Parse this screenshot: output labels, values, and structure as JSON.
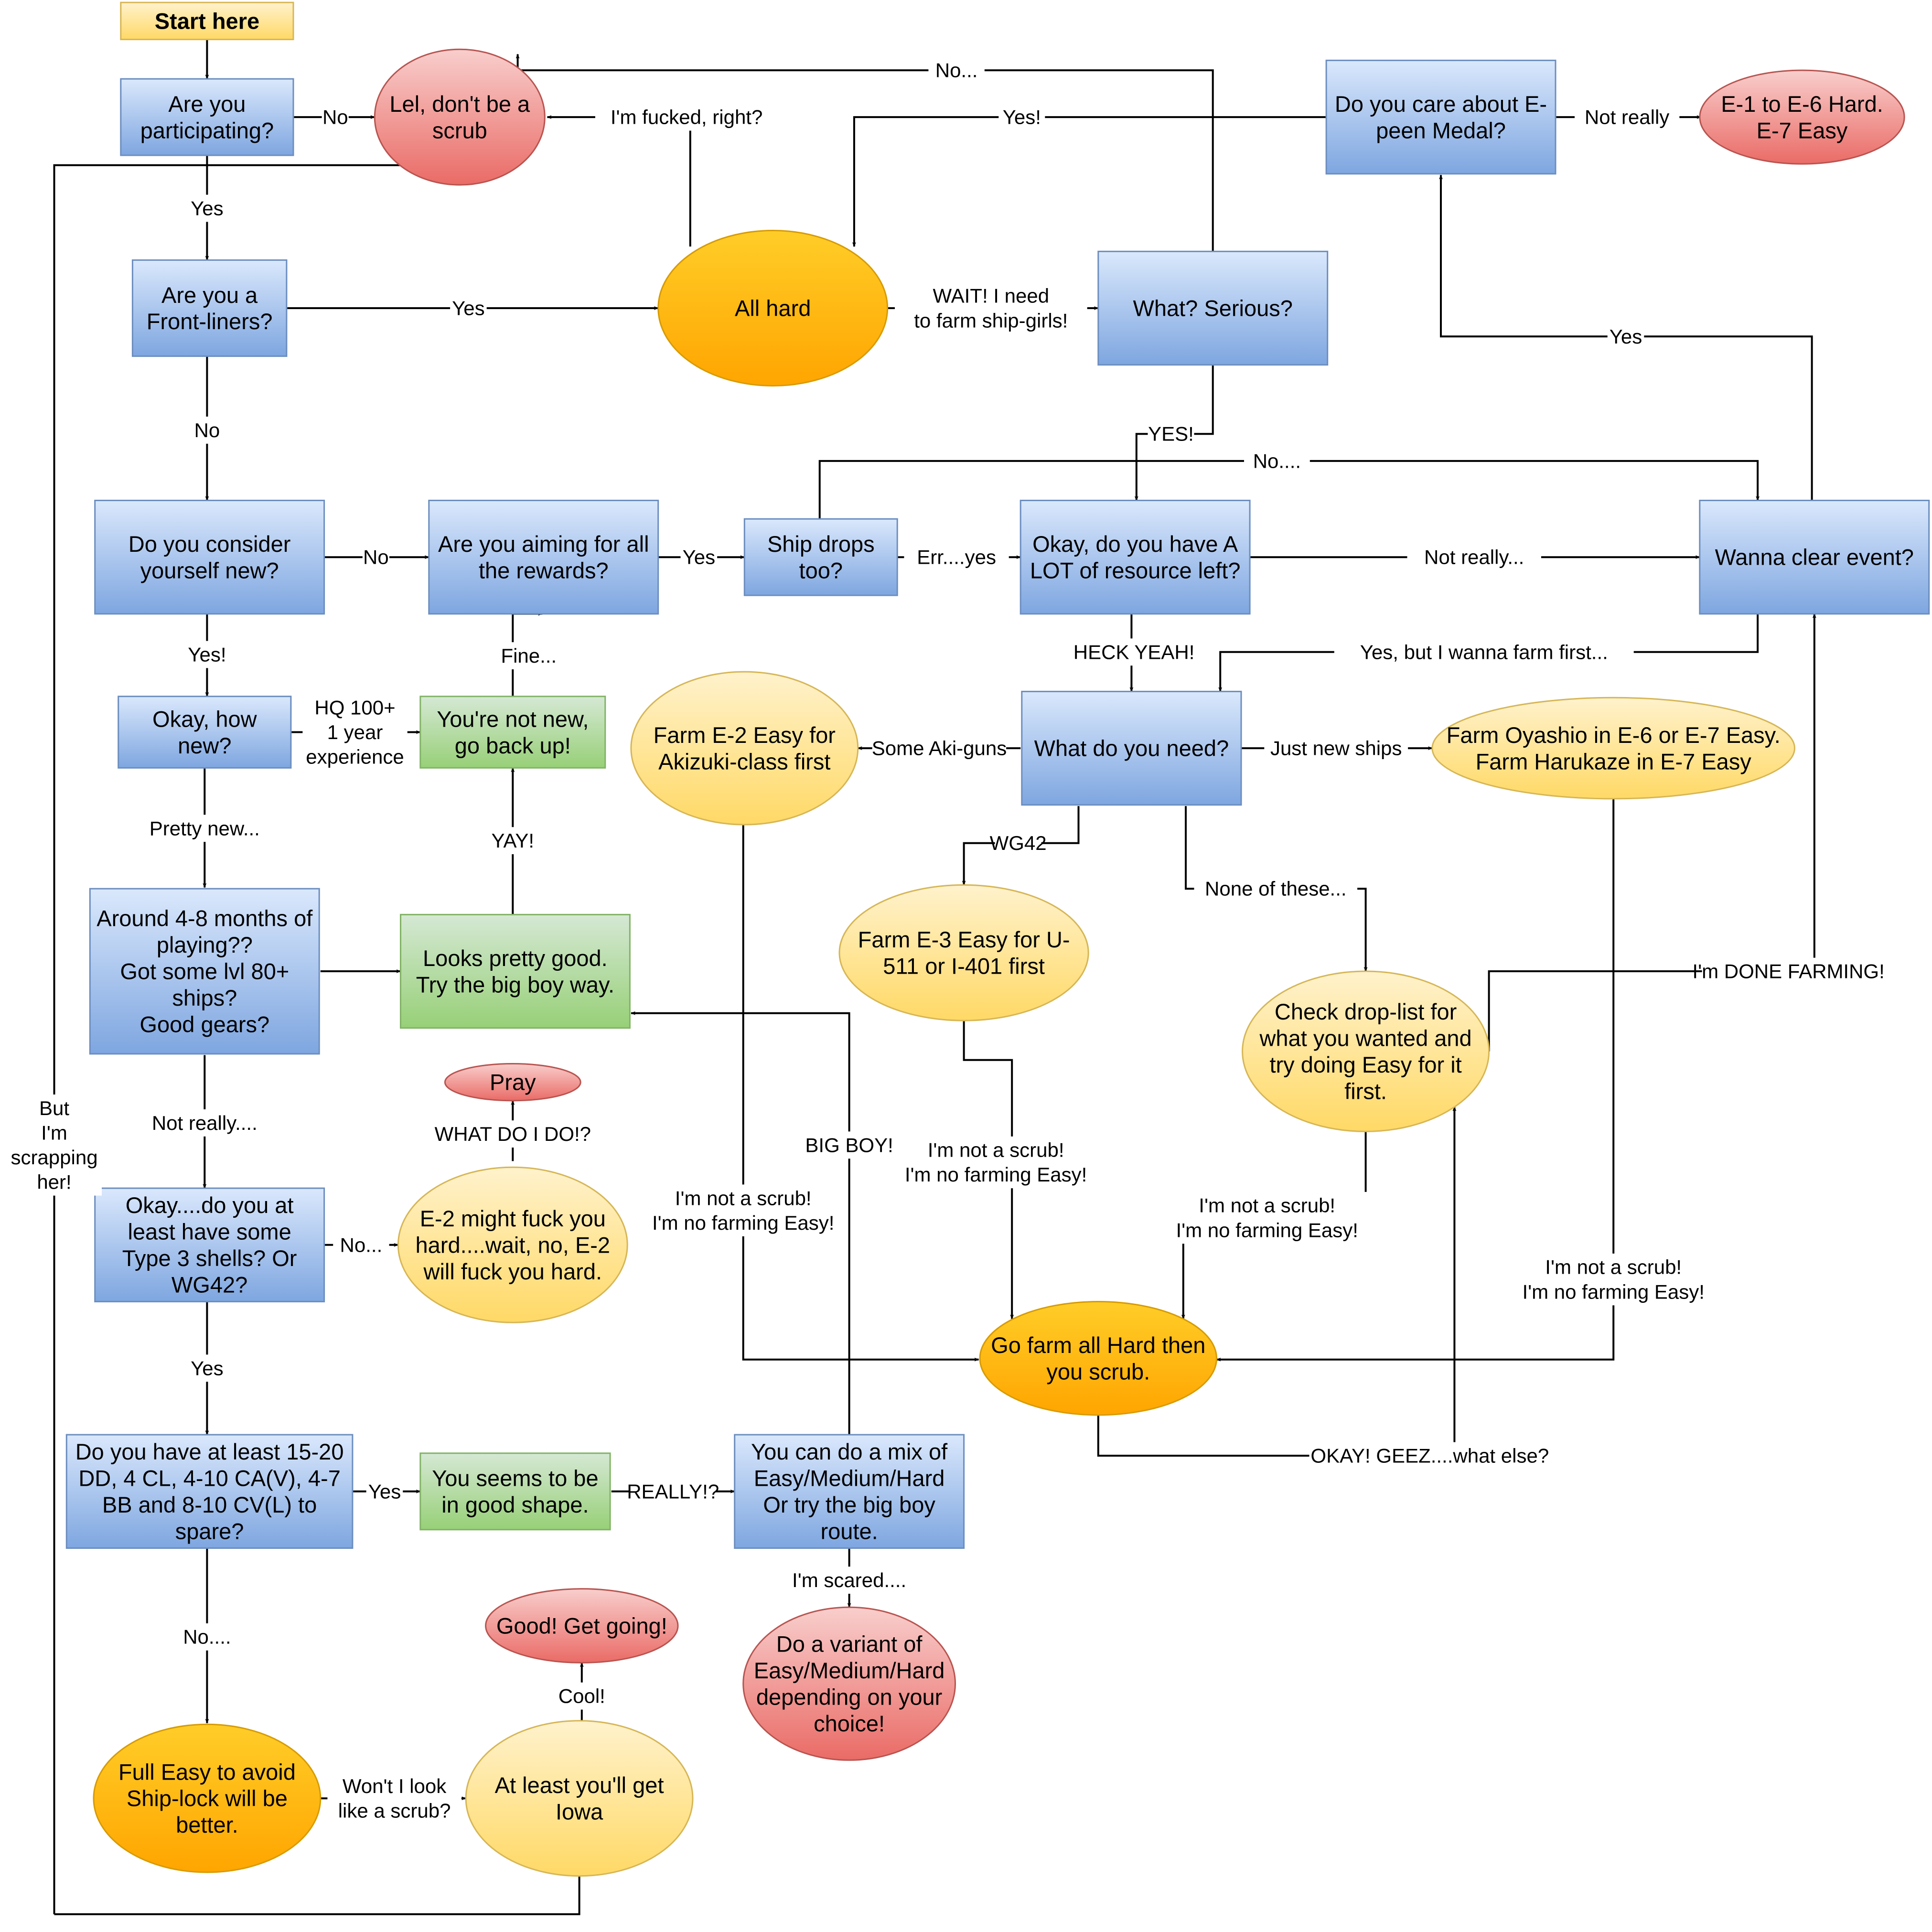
{
  "colors": {
    "blue_top": "#dae8fc",
    "blue_bottom": "#7ea6e0",
    "blue_stroke": "#6c8ebf",
    "green_top": "#d5e8d4",
    "green_bottom": "#97d077",
    "green_stroke": "#82b366",
    "yellow_top": "#fff2cc",
    "yellow_bottom": "#ffd966",
    "yellow_stroke": "#d6b656",
    "orange_top": "#ffcd28",
    "orange_bottom": "#ffa500",
    "orange_stroke": "#d79b00",
    "red_top": "#f8cecc",
    "red_bottom": "#ea6b66",
    "red_stroke": "#b85450",
    "edge": "#000000"
  },
  "nodes": {
    "start": {
      "lines": [
        "Start here"
      ]
    },
    "participating": {
      "lines": [
        "Are you",
        "participating?"
      ]
    },
    "scrub": {
      "lines": [
        "Lel, don't be a",
        "scrub"
      ]
    },
    "frontliner": {
      "lines": [
        "Are you a",
        "Front-liners?"
      ]
    },
    "all_hard": {
      "lines": [
        "All hard"
      ]
    },
    "serious": {
      "lines": [
        "What? Serious?"
      ]
    },
    "epeen": {
      "lines": [
        "Do you care about E-",
        "peen Medal?"
      ]
    },
    "e1_e6": {
      "lines": [
        "E-1 to E-6 Hard.",
        "E-7 Easy"
      ]
    },
    "consider_new": {
      "lines": [
        "Do you consider",
        "yourself new?"
      ]
    },
    "rewards": {
      "lines": [
        "Are you aiming for all",
        "the rewards?"
      ]
    },
    "ship_drops": {
      "lines": [
        "Ship drops",
        "too?"
      ]
    },
    "resources": {
      "lines": [
        "Okay, do you have A",
        "LOT of resource left?"
      ]
    },
    "clear_event": {
      "lines": [
        "Wanna clear event?"
      ]
    },
    "how_new": {
      "lines": [
        "Okay, how",
        "new?"
      ]
    },
    "not_new": {
      "lines": [
        "You're not new,",
        "go back up!"
      ]
    },
    "farm_e2": {
      "lines": [
        "Farm E-2 Easy for",
        "Akizuki-class first"
      ]
    },
    "need": {
      "lines": [
        "What do you need?"
      ]
    },
    "oyashio": {
      "lines": [
        "Farm Oyashio in E-6 or E-7 Easy.",
        "Farm Harukaze in E-7 Easy"
      ]
    },
    "months": {
      "lines": [
        "Around 4-8 months of",
        "playing??",
        "Got some lvl 80+",
        "ships?",
        "Good gears?"
      ]
    },
    "big_boy": {
      "lines": [
        "Looks pretty good.",
        "Try the big boy way."
      ]
    },
    "farm_e3": {
      "lines": [
        "Farm E-3 Easy for U-",
        "511 or I-401 first"
      ]
    },
    "drop_list": {
      "lines": [
        "Check drop-list for",
        "what you wanted and",
        "try doing Easy for it",
        "first."
      ]
    },
    "pray": {
      "lines": [
        "Pray"
      ]
    },
    "shells": {
      "lines": [
        "Okay....do you at",
        "least have some",
        "Type 3 shells? Or",
        "WG42?"
      ]
    },
    "e2_fuck": {
      "lines": [
        "E-2 might fuck you",
        "hard....wait, no, E-2",
        "will fuck you hard."
      ]
    },
    "farm_hard": {
      "lines": [
        "Go farm all Hard then",
        "you scrub."
      ]
    },
    "fleet": {
      "lines": [
        "Do you have at least 15-20",
        "DD, 4 CL, 4-10 CA(V), 4-7",
        "BB and 8-10 CV(L) to",
        "spare?"
      ]
    },
    "good_shape": {
      "lines": [
        "You seems to be",
        "in good shape."
      ]
    },
    "mix": {
      "lines": [
        "You can do a mix of",
        "Easy/Medium/Hard",
        "Or try the big boy",
        "route."
      ]
    },
    "good_going": {
      "lines": [
        "Good! Get going!"
      ]
    },
    "variant": {
      "lines": [
        "Do a variant of",
        "Easy/Medium/Hard",
        "depending on your",
        "choice!"
      ]
    },
    "full_easy": {
      "lines": [
        "Full Easy to avoid",
        "Ship-lock will be",
        "better."
      ]
    },
    "iowa": {
      "lines": [
        "At least you'll get",
        "Iowa"
      ]
    }
  },
  "edge_labels": {
    "no_1": [
      "No"
    ],
    "yes_1": [
      "Yes"
    ],
    "yes_2": [
      "Yes"
    ],
    "no_2": [
      "No"
    ],
    "fucked": [
      "I'm fucked, right?"
    ],
    "no_dots": [
      "No..."
    ],
    "yes_excl": [
      "Yes!"
    ],
    "not_really": [
      "Not really"
    ],
    "wait": [
      "WAIT! I need",
      "to farm ship-girls!"
    ],
    "yes_upper": [
      "Yes"
    ],
    "yes_caps": [
      "YES!"
    ],
    "no_4dots": [
      "No...."
    ],
    "no_3": [
      "No"
    ],
    "yes_3": [
      "Yes"
    ],
    "err_yes": [
      "Err....yes"
    ],
    "not_really_dots": [
      "Not really..."
    ],
    "yes_new": [
      "Yes!"
    ],
    "fine": [
      "Fine..."
    ],
    "heck_yeah": [
      "HECK YEAH!"
    ],
    "farm_first": [
      "Yes, but I wanna farm first..."
    ],
    "hq": [
      "HQ 100+",
      "1 year",
      "experience"
    ],
    "aki_guns": [
      "Some Aki-guns"
    ],
    "new_ships": [
      "Just new ships"
    ],
    "pretty_new": [
      "Pretty new..."
    ],
    "yay": [
      "YAY!"
    ],
    "wg42": [
      "WG42"
    ],
    "none": [
      "None of these..."
    ],
    "done": [
      "I'm DONE FARMING!"
    ],
    "not_really_4": [
      "Not really...."
    ],
    "what_do": [
      "WHAT DO I DO!?"
    ],
    "big_boy_excl": [
      "BIG BOY!"
    ],
    "scrapping": [
      "But",
      "I'm",
      "scrapping",
      "her!"
    ],
    "scrub_e3": [
      "I'm not a scrub!",
      "I'm no farming Easy!"
    ],
    "scrub_e2": [
      "I'm not a scrub!",
      "I'm no farming Easy!"
    ],
    "scrub_drop": [
      "I'm not a scrub!",
      "I'm no farming Easy!"
    ],
    "scrub_oya": [
      "I'm not a scrub!",
      "I'm no farming Easy!"
    ],
    "no_shells": [
      "No..."
    ],
    "yes_shells": [
      "Yes"
    ],
    "yes_fleet": [
      "Yes"
    ],
    "really": [
      "REALLY!?"
    ],
    "okay_geez": [
      "OKAY! GEEZ....what else?"
    ],
    "scared": [
      "I'm scared...."
    ],
    "no_fleet": [
      "No...."
    ],
    "cool": [
      "Cool!"
    ],
    "look_scrub": [
      "Won't I look",
      "like a scrub?"
    ]
  }
}
